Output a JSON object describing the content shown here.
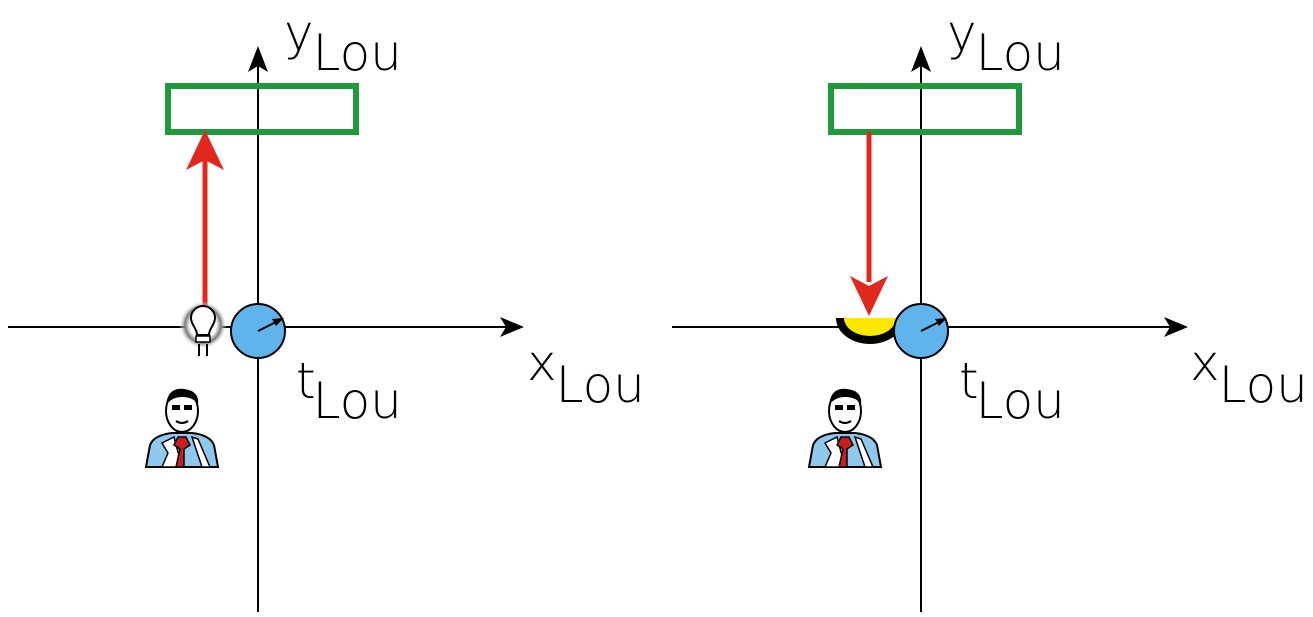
{
  "colors": {
    "axis": "#000000",
    "box": "#1e9a3a",
    "arrow": "#e0281e",
    "clock": "#5fb4ec",
    "bulb_glow": "#555555",
    "detector": "#ffe800",
    "suit": "#8ec8ec",
    "tie": "#c81e1e"
  },
  "panels": [
    {
      "id": "left",
      "arrow_direction": "up",
      "source_icon": "light-bulb-icon",
      "labels": {
        "y_axis": {
          "main": "y",
          "sub": "Lou"
        },
        "x_axis": {
          "main": "x",
          "sub": "Lou"
        },
        "t_axis": {
          "main": "t",
          "sub": "Lou"
        }
      }
    },
    {
      "id": "right",
      "arrow_direction": "down",
      "source_icon": "detector-icon",
      "labels": {
        "y_axis": {
          "main": "y",
          "sub": "Lou"
        },
        "x_axis": {
          "main": "x",
          "sub": "Lou"
        },
        "t_axis": {
          "main": "t",
          "sub": "Lou"
        }
      }
    }
  ]
}
